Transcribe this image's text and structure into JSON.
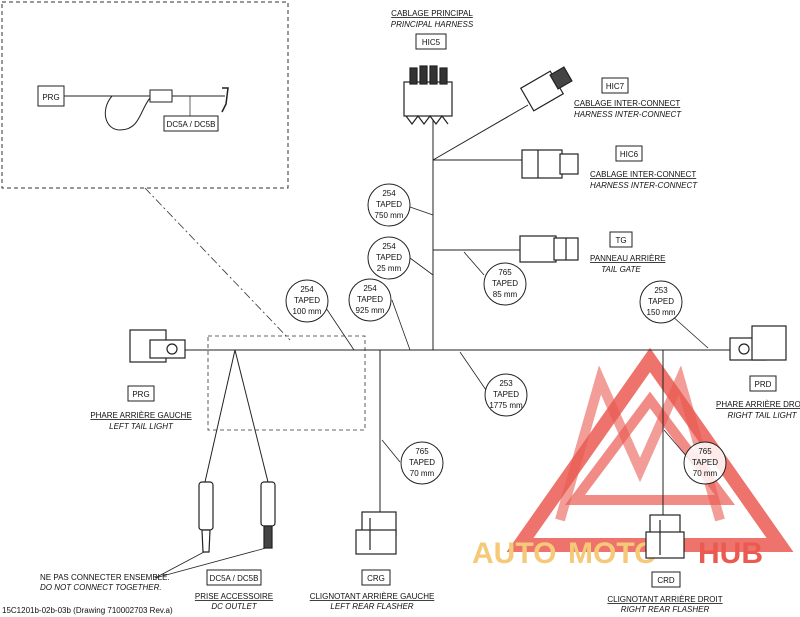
{
  "inset": {
    "prg": "PRG",
    "dc5": "DC5A / DC5B"
  },
  "components": {
    "hic5": {
      "fr": "CABLAGE PRINCIPAL",
      "en": "PRINCIPAL HARNESS",
      "code": "HIC5"
    },
    "hic7": {
      "fr": "CABLAGE INTER-CONNECT",
      "en": "HARNESS INTER-CONNECT",
      "code": "HIC7"
    },
    "hic6": {
      "fr": "CABLAGE INTER-CONNECT",
      "en": "HARNESS INTER-CONNECT",
      "code": "HIC6"
    },
    "tg": {
      "fr": "PANNEAU ARRIÈRE",
      "en": "TAIL GATE",
      "code": "TG"
    },
    "prg": {
      "fr": "PHARE ARRIÈRE GAUCHE",
      "en": "LEFT TAIL LIGHT",
      "code": "PRG"
    },
    "prd": {
      "fr": "PHARE ARRIÈRE DROIT",
      "en": "RIGHT TAIL LIGHT",
      "code": "PRD"
    },
    "crg": {
      "fr": "CLIGNOTANT ARRIÈRE GAUCHE",
      "en": "LEFT REAR FLASHER",
      "code": "CRG"
    },
    "crd": {
      "fr": "CLIGNOTANT ARRIÈRE DROIT",
      "en": "RIGHT REAR FLASHER",
      "code": "CRD"
    },
    "dc": {
      "fr": "PRISE ACCESSOIRE",
      "en": "DC OUTLET",
      "code": "DC5A / DC5B"
    }
  },
  "tapes": [
    {
      "gauge": "254",
      "kind": "TAPED",
      "len": "750 mm"
    },
    {
      "gauge": "254",
      "kind": "TAPED",
      "len": "25 mm"
    },
    {
      "gauge": "765",
      "kind": "TAPED",
      "len": "85 mm"
    },
    {
      "gauge": "254",
      "kind": "TAPED",
      "len": "100 mm"
    },
    {
      "gauge": "254",
      "kind": "TAPED",
      "len": "925 mm"
    },
    {
      "gauge": "253",
      "kind": "TAPED",
      "len": "150 mm"
    },
    {
      "gauge": "253",
      "kind": "TAPED",
      "len": "1775 mm"
    },
    {
      "gauge": "765",
      "kind": "TAPED",
      "len": "70 mm"
    },
    {
      "gauge": "765",
      "kind": "TAPED",
      "len": "70 mm"
    }
  ],
  "note": {
    "fr": "NE PAS CONNECTER ENSEMBLE.",
    "en": "DO NOT CONNECT TOGETHER."
  },
  "drawing_ref": "15C1201b-02b-03b (Drawing 710002703 Rev.a)",
  "watermark": {
    "auto": "AUTO",
    "moto": "MOTO",
    "hub": "HUB",
    "colors": {
      "triangle": "#e8493f",
      "auto": "#f4c46a",
      "hub": "#e8493f"
    }
  }
}
